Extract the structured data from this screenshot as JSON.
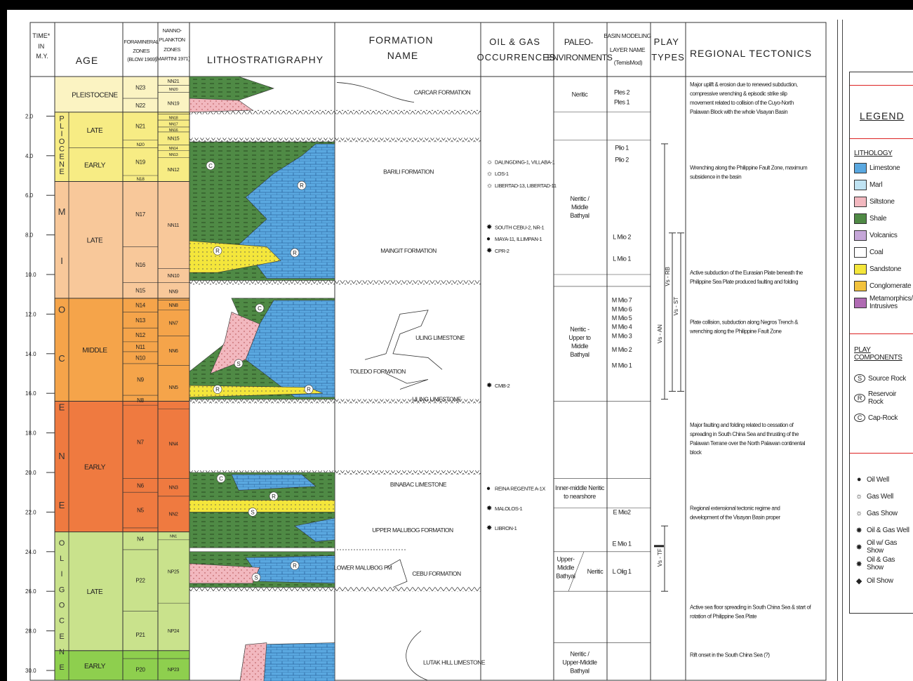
{
  "headers": {
    "time": [
      "TIME*",
      "IN",
      "M.Y."
    ],
    "age": "AGE",
    "foram": [
      "FORAMINERAL",
      "ZONES",
      "(BLOW 1969)"
    ],
    "nanno": [
      "NANNO-",
      "PLANKTON",
      "ZONES",
      "(MARTINI 1971)"
    ],
    "litho": "LITHOSTRATIGRAPHY",
    "formation": [
      "FORMATION",
      "NAME"
    ],
    "oilgas": [
      "OIL & GAS",
      "OCCURRENCES"
    ],
    "paleo": [
      "PALEO-",
      "ENVIRONMENTS"
    ],
    "basin": [
      "BASIN MODELING",
      "LAYER NAME",
      "(TemisMod)"
    ],
    "play": [
      "PLAY",
      "TYPES"
    ],
    "tect": "REGIONAL TECTONICS"
  },
  "time_ticks": [
    "2.0",
    "4.0",
    "6.0",
    "8.0",
    "10.0",
    "12.0",
    "14.0",
    "16.0",
    "18.0",
    "20.0",
    "22.0",
    "24.0",
    "26.0",
    "28.0",
    "30.0"
  ],
  "epochs": [
    "PLIOCENE",
    "MIOCENE",
    "OLIGOCENE"
  ],
  "ages": [
    "PLEISTOCENE",
    "LATE",
    "EARLY",
    "LATE",
    "MIDDLE",
    "EARLY",
    "LATE",
    "EARLY"
  ],
  "foram_zones": [
    "N23",
    "N22",
    "N21",
    "N20",
    "N19",
    "N18",
    "N17",
    "N16",
    "N15",
    "N14",
    "N13",
    "N12",
    "N11",
    "N10",
    "N9",
    "N8",
    "N7",
    "N6",
    "N5",
    "N4",
    "P22",
    "P21",
    "P20"
  ],
  "nanno_zones": [
    "NN21",
    "NN20",
    "NN19",
    "NN18",
    "NN17",
    "NN16",
    "NN15",
    "NN14",
    "NN13",
    "NN12",
    "NN11",
    "NN10",
    "NN9",
    "NN8",
    "NN7",
    "NN6",
    "NN5",
    "NN4",
    "NN3",
    "NN2",
    "NN1",
    "NP25",
    "NP24",
    "NP23"
  ],
  "formations": [
    "CARCAR FORMATION",
    "BARILI FORMATION",
    "MAINGIT FORMATION",
    "ULING LIMESTONE",
    "TOLEDO FORMATION",
    "ULING LIMESTONE",
    "BINABAC LIMESTONE",
    "UPPER MALUBOG FORMATION",
    "LOWER MALUBOG FM",
    "CEBU FORMATION",
    "LUTAK HILL LIMESTONE"
  ],
  "occurrences": [
    {
      "sym": "gaswell",
      "text": "DALINGDING-1, VILLABA-1"
    },
    {
      "sym": "gaswell",
      "text": "LOS-1"
    },
    {
      "sym": "gaswell",
      "text": "LIBERTAD-13, LIBERTAD-11"
    },
    {
      "sym": "oilgaswell",
      "text": "SOUTH CEBU-2, NR-1"
    },
    {
      "sym": "oilwell",
      "text": "MAYA-11, ILLIMPAN-1"
    },
    {
      "sym": "oilgaswell",
      "text": "CPR-2"
    },
    {
      "sym": "oilgaswell",
      "text": "CMB-2"
    },
    {
      "sym": "oilwell",
      "text": "REINA REGENTE A-1X"
    },
    {
      "sym": "oilgaswell",
      "text": "MALOLOS-1"
    },
    {
      "sym": "oilgasshow",
      "text": "LIBRON-1"
    }
  ],
  "paleo_env": [
    [
      "Neritic"
    ],
    [
      "Neritic /",
      "Middle",
      "Bathyal"
    ],
    [
      "Neritic -",
      "Upper to",
      "Middle",
      "Bathyal"
    ],
    [
      "Inner-middle Neritic",
      "to nearshore"
    ],
    [
      "Upper-",
      "Middle",
      "Bathyal"
    ],
    [
      "Neritic"
    ],
    [
      "Neritic /",
      "Upper-Middle",
      "Bathyal"
    ]
  ],
  "layers": [
    "Ples 2",
    "Ples 1",
    "Plio 1",
    "Plio 2",
    "L Mio 2",
    "L Mio 1",
    "M Mio 7",
    "M Mio 6",
    "M Mio 5",
    "M Mio 4",
    "M Mio 3",
    "M Mio 2",
    "M Mio 1",
    "E Mio2",
    "E Mio 1",
    "L Olig 1"
  ],
  "plays": [
    "Vs - RB",
    "Vs - ST",
    "Vs - AN",
    "Vs - TF"
  ],
  "tectonics": [
    [
      "Major uplift & erosion due to renewed subduction,",
      "compressive wrenching & episodic strike slip",
      "movement related to collision of the Cuyo-North",
      "Palawan Block with the whole Visayan Basin"
    ],
    [
      "Wrenching along the Philippine Fault Zone, maximum",
      "subsidence in the basin"
    ],
    [
      "Active subduction of the Eurasian Plate beneath the",
      "Philippine Sea Plate produced faulting and folding"
    ],
    [
      "Plate collision, subduction along Negros Trench &",
      "wrenching along the Philippine Fault Zone"
    ],
    [
      "Major faulting and folding related to cessation of",
      "spreading in South China Sea and thrusting of the",
      "Palawan Terrane over the North Palawan continental",
      "block"
    ],
    [
      "Regional extensional tectonic regime and",
      "development of the Visayan Basin proper"
    ],
    [
      "Active sea floor spreading in South China Sea & start of",
      "rotation of Philippine Sea Plate"
    ],
    [
      "Rift onset in the South China Sea (?)"
    ]
  ],
  "litho_labels": [
    "C",
    "R",
    "R",
    "R",
    "C",
    "S",
    "R",
    "R",
    "C",
    "R",
    "S",
    "R",
    "S"
  ],
  "legend": {
    "title": "LEGEND",
    "lithology_title": "LITHOLOGY",
    "lithology": [
      {
        "name": "Limestone",
        "color": "#5aa8e0"
      },
      {
        "name": "Marl",
        "color": "#bfe3f3"
      },
      {
        "name": "Siltstone",
        "color": "#f2b8bf"
      },
      {
        "name": "Shale",
        "color": "#4f8a45"
      },
      {
        "name": "Volcanics",
        "color": "#c5a6d8"
      },
      {
        "name": "Coal",
        "color": "#ffffff"
      },
      {
        "name": "Sandstone",
        "color": "#f4e63b"
      },
      {
        "name": "Conglomerate",
        "color": "#f2c23c"
      },
      {
        "name": "Metamorphics/ Intrusives",
        "color": "#b06bb3"
      }
    ],
    "play_title": "PLAY COMPONENTS",
    "play_components": [
      {
        "sym": "S",
        "name": "Source Rock"
      },
      {
        "sym": "R",
        "name": "Reservoir Rock"
      },
      {
        "sym": "C",
        "name": "Cap-Rock"
      }
    ],
    "symbols": [
      {
        "sym": "●",
        "name": "Oil Well"
      },
      {
        "sym": "☼",
        "name": "Gas Well"
      },
      {
        "sym": "☼",
        "name": "Gas Show"
      },
      {
        "sym": "✸",
        "name": "Oil & Gas Well"
      },
      {
        "sym": "✸",
        "name": "Oil w/ Gas Show"
      },
      {
        "sym": "✸",
        "name": "Oil & Gas Show"
      },
      {
        "sym": "◆",
        "name": "Oil Show"
      }
    ]
  }
}
